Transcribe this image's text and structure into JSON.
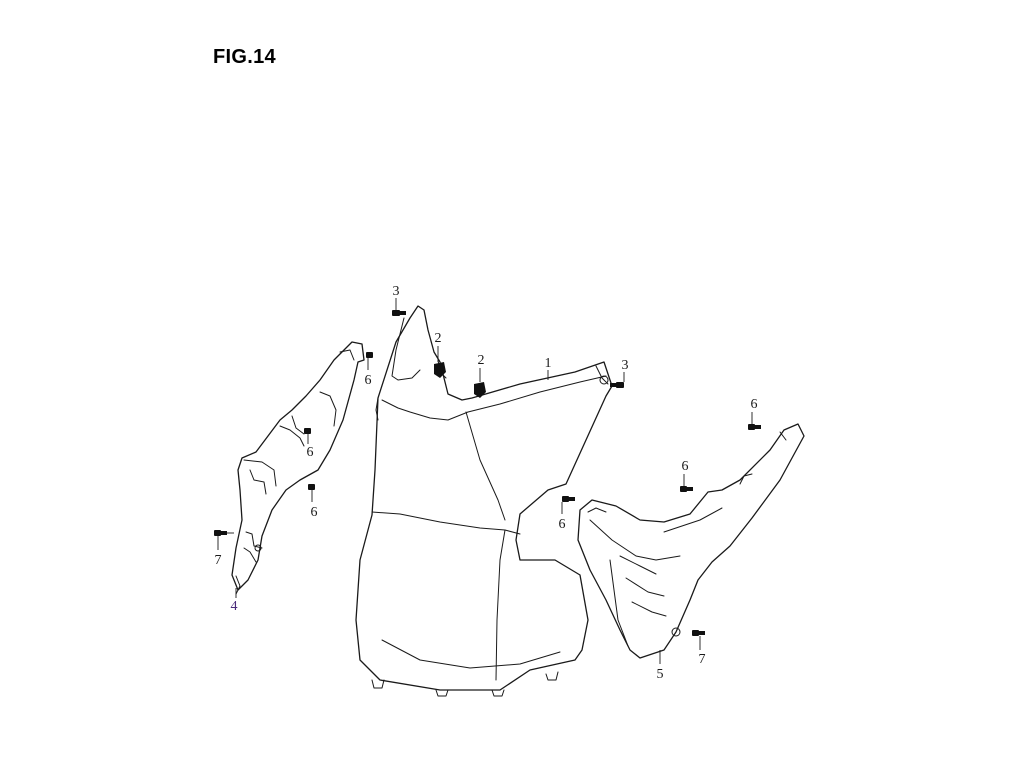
{
  "figure": {
    "title": "FIG.14"
  },
  "callouts": [
    {
      "id": "c3a",
      "text": "3"
    },
    {
      "id": "c2a",
      "text": "2"
    },
    {
      "id": "c2b",
      "text": "2"
    },
    {
      "id": "c1",
      "text": "1"
    },
    {
      "id": "c3b",
      "text": "3"
    },
    {
      "id": "c6a",
      "text": "6"
    },
    {
      "id": "c6b",
      "text": "6"
    },
    {
      "id": "c6c",
      "text": "6"
    },
    {
      "id": "c7a",
      "text": "7"
    },
    {
      "id": "c4",
      "text": "4"
    },
    {
      "id": "c6d",
      "text": "6"
    },
    {
      "id": "c6e",
      "text": "6"
    },
    {
      "id": "c6f",
      "text": "6"
    },
    {
      "id": "c5",
      "text": "5"
    },
    {
      "id": "c7b",
      "text": "7"
    }
  ]
}
